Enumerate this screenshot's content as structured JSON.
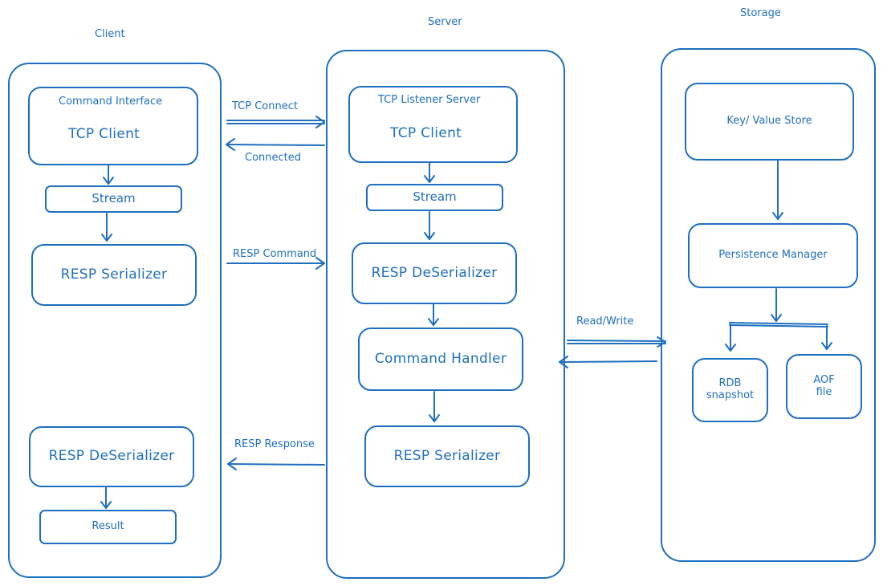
{
  "colors": {
    "ink": "#1f6fbf",
    "background": "#ffffff"
  },
  "client": {
    "title": "Client",
    "command_interface": {
      "header": "Command Interface",
      "label": "TCP Client"
    },
    "stream": "Stream",
    "resp_serializer": "RESP Serializer",
    "resp_deserializer": "RESP DeSerializer",
    "result": "Result"
  },
  "server": {
    "title": "Server",
    "tcp_listener": {
      "header": "TCP Listener Server",
      "label": "TCP Client"
    },
    "stream": "Stream",
    "resp_deserializer": "RESP DeSerializer",
    "command_handler": "Command Handler",
    "resp_serializer": "RESP Serializer"
  },
  "storage": {
    "title": "Storage",
    "kv_store": "Key/ Value Store",
    "persistence_manager": "Persistence Manager",
    "rdb": {
      "line1": "RDB",
      "line2": "snapshot"
    },
    "aof": {
      "line1": "AOF",
      "line2": "file"
    }
  },
  "edges": {
    "tcp_connect": "TCP Connect",
    "connected": "Connected",
    "resp_command": "RESP Command",
    "resp_response": "RESP Response",
    "read_write": "Read/Write"
  }
}
